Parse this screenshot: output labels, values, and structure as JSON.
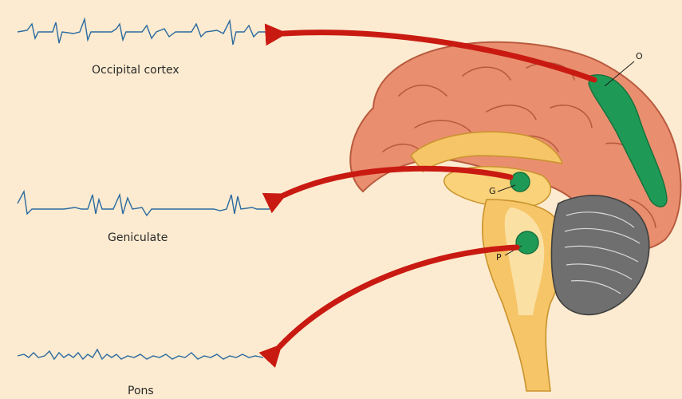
{
  "traces": [
    {
      "key": "occipital",
      "label": "Occipital cortex"
    },
    {
      "key": "geniculate",
      "label": "Geniculate"
    },
    {
      "key": "pons",
      "label": "Pons"
    }
  ],
  "regions": {
    "occipital_marker": "O",
    "geniculate_marker": "G",
    "pons_marker": "P"
  },
  "colors": {
    "background": "#fcebd0",
    "cortex": "#e98f6f",
    "cortex_outline": "#b95a3f",
    "brainstem": "#f6c567",
    "cerebellum": "#6f6f6f",
    "region_highlight": "#1f9a56",
    "arrow": "#c91a12",
    "trace": "#2b6aa0"
  }
}
